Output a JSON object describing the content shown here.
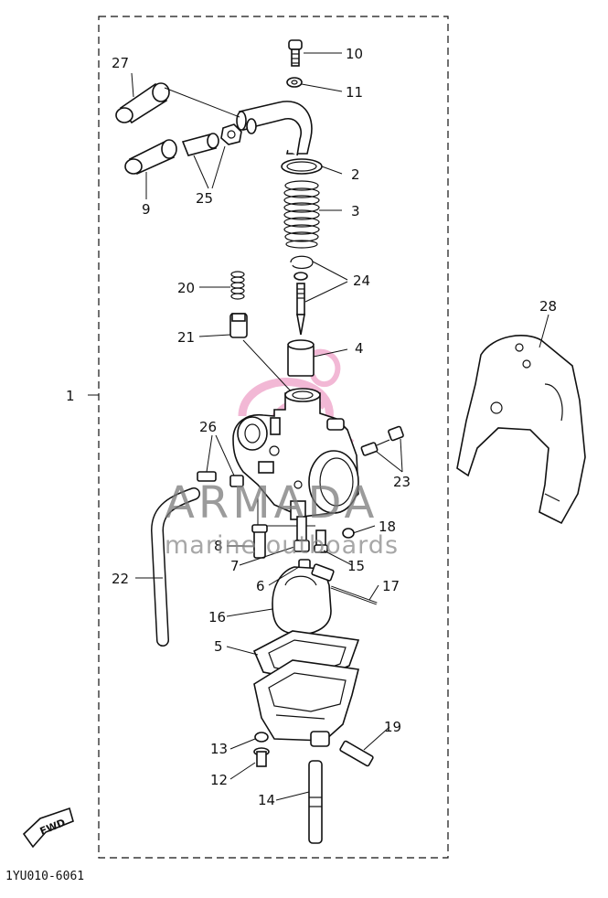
{
  "diagram": {
    "callouts": [
      "1",
      "2",
      "3",
      "4",
      "5",
      "6",
      "7",
      "8",
      "9",
      "10",
      "11",
      "12",
      "13",
      "14",
      "15",
      "16",
      "17",
      "18",
      "19",
      "20",
      "21",
      "22",
      "23",
      "24",
      "25",
      "26",
      "27",
      "28"
    ],
    "watermark": {
      "title": "ARMADA",
      "subtitle": "marine outboards",
      "accent_color": "#e87fb3"
    },
    "figure_code": "1YU010-6061",
    "direction_label": "FWD"
  }
}
